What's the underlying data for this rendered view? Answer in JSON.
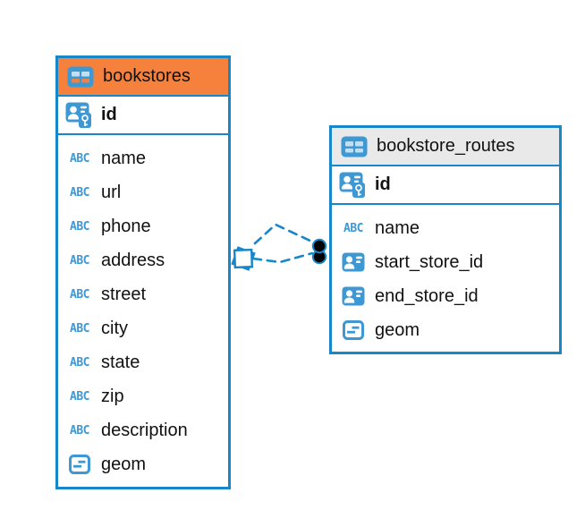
{
  "canvas": {
    "background": "#ffffff"
  },
  "colors": {
    "table_border": "#1787CA",
    "icon_blue": "#3D98D4",
    "header_selected_orange": "#F6813D",
    "header_default_gray": "#E9E9E9",
    "text": "#111111",
    "relationship_line": "#1787CA",
    "relationship_target_dot": "#000000"
  },
  "icons": {
    "text_type_label": "ABC"
  },
  "tables": [
    {
      "name": "bookstores",
      "header_variant": "selected-orange",
      "pk": {
        "name": "id",
        "type": "primary-key"
      },
      "fields": [
        {
          "name": "name",
          "type": "text"
        },
        {
          "name": "url",
          "type": "text"
        },
        {
          "name": "phone",
          "type": "text"
        },
        {
          "name": "address",
          "type": "text"
        },
        {
          "name": "street",
          "type": "text"
        },
        {
          "name": "city",
          "type": "text"
        },
        {
          "name": "state",
          "type": "text"
        },
        {
          "name": "zip",
          "type": "text"
        },
        {
          "name": "description",
          "type": "text"
        },
        {
          "name": "geom",
          "type": "geometry"
        }
      ]
    },
    {
      "name": "bookstore_routes",
      "header_variant": "default-gray",
      "pk": {
        "name": "id",
        "type": "primary-key"
      },
      "fields": [
        {
          "name": "name",
          "type": "text"
        },
        {
          "name": "start_store_id",
          "type": "foreign-key"
        },
        {
          "name": "end_store_id",
          "type": "foreign-key"
        },
        {
          "name": "geom",
          "type": "geometry"
        }
      ]
    }
  ],
  "relationships": [
    {
      "from": "bookstores",
      "to": "bookstore_routes",
      "line_style": "dashed",
      "source_marker": "stacked-diamonds",
      "target_marker": "stacked-dots"
    },
    {
      "from": "bookstores",
      "to": "bookstore_routes",
      "line_style": "dashed",
      "source_marker": "stacked-diamonds",
      "target_marker": "stacked-dots"
    }
  ]
}
